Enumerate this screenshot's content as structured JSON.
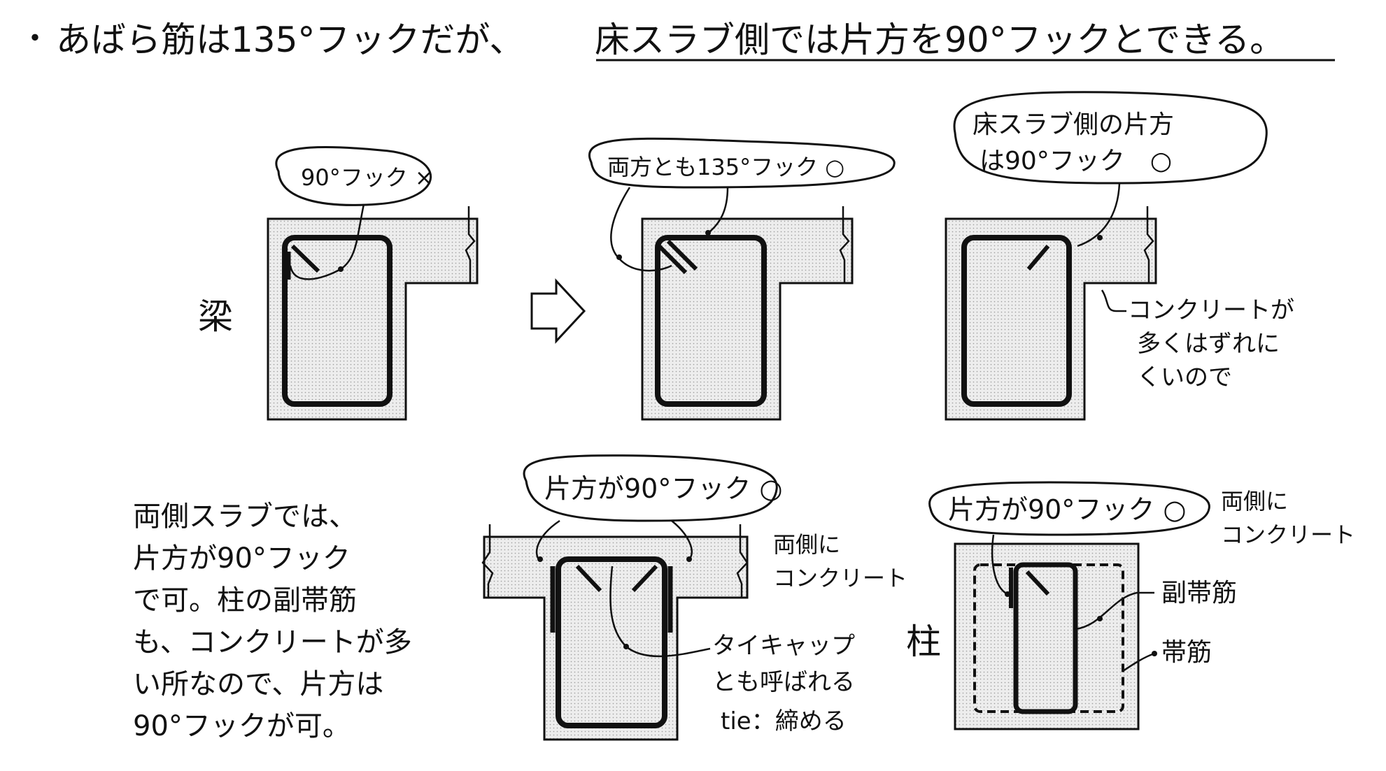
{
  "header": {
    "bullet": "・",
    "lead": "あばら筋は135°フックだが、",
    "emphasis": "床スラブ側では片方を90°フックとできる。"
  },
  "beam_row": {
    "row_label": "梁",
    "panel_bad": {
      "bubble": "90°フック ×"
    },
    "panel_ok_both": {
      "bubble": "両方とも135°フック ○"
    },
    "panel_ok_slab": {
      "bubble_line1": "床スラブ側の片方",
      "bubble_line2": "は90°フック　○",
      "note_line1": "コンクリートが",
      "note_line2": "多くはずれに",
      "note_line3": "くいので"
    }
  },
  "bottom_row": {
    "explanation_lines": [
      "両側スラブでは、",
      "片方が90°フック",
      "で可。柱の副帯筋",
      "も、コンクリートが多",
      "い所なので、片方は",
      "90°フックが可。"
    ],
    "panel_tbeam": {
      "bubble": "片方が90°フック ○",
      "concrete_note_line1": "両側に",
      "concrete_note_line2": "コンクリート",
      "tiecap_line1": "タイキャップ",
      "tiecap_line2": "とも呼ばれる",
      "tiecap_line3": "tie：締める"
    },
    "panel_column": {
      "row_label": "柱",
      "bubble": "片方が90°フック ○",
      "concrete_note_line1": "両側に",
      "concrete_note_line2": "コンクリート",
      "sub_hoop_label": "副帯筋",
      "hoop_label": "帯筋"
    }
  },
  "colors": {
    "ink": "#111111",
    "concrete_fill": "#e4e4e4",
    "paper": "#ffffff"
  }
}
